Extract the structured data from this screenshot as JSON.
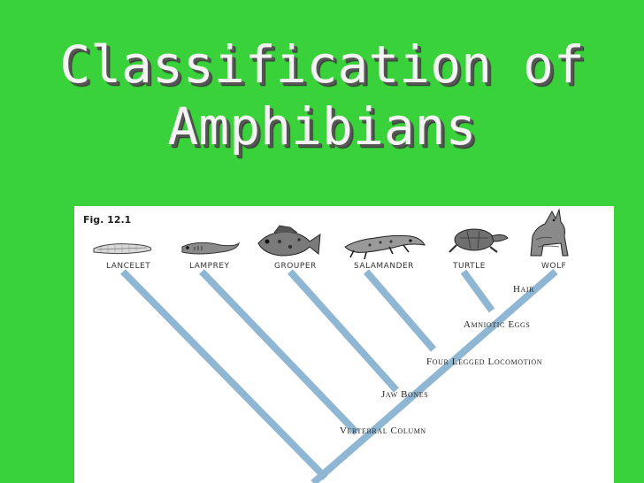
{
  "title_line1": "Classification of",
  "title_line2": "Amphibians",
  "figure": {
    "label": "Fig. 12.1",
    "taxa": [
      {
        "name": "LANCELET",
        "icon": "lancelet-icon"
      },
      {
        "name": "LAMPREY",
        "icon": "lamprey-icon"
      },
      {
        "name": "GROUPER",
        "icon": "grouper-fish-icon"
      },
      {
        "name": "SALAMANDER",
        "icon": "salamander-icon"
      },
      {
        "name": "TURTLE",
        "icon": "turtle-icon"
      },
      {
        "name": "WOLF",
        "icon": "wolf-icon"
      }
    ],
    "traits": [
      "Hair",
      "Amniotic Eggs",
      "Four Legged Locomotion",
      "Jaw Bones",
      "Vertebral Column"
    ],
    "branch_color": "#8fb6d2"
  },
  "colors": {
    "background": "#3ad23a",
    "title_text": "#f4f4f4"
  }
}
